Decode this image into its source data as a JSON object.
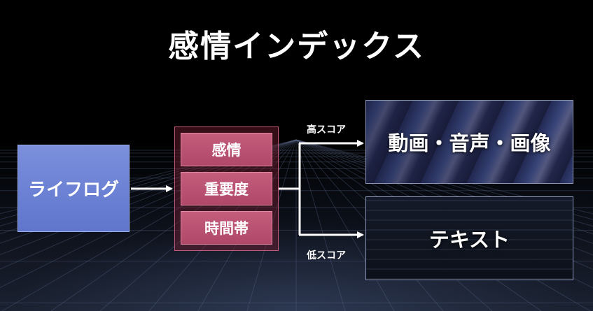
{
  "title": "感情インデックス",
  "source": {
    "label": "ライフログ"
  },
  "factors": [
    "感情",
    "重要度",
    "時間帯"
  ],
  "branches": {
    "high": {
      "label": "高スコア",
      "target": "動画・音声・画像"
    },
    "low": {
      "label": "低スコア",
      "target": "テキスト"
    }
  },
  "colors": {
    "background": "#000000",
    "source_box": "#6f84d6",
    "factor_box": "#bd5777",
    "factor_group": "#7a1e32",
    "arrow": "#ffffff"
  }
}
